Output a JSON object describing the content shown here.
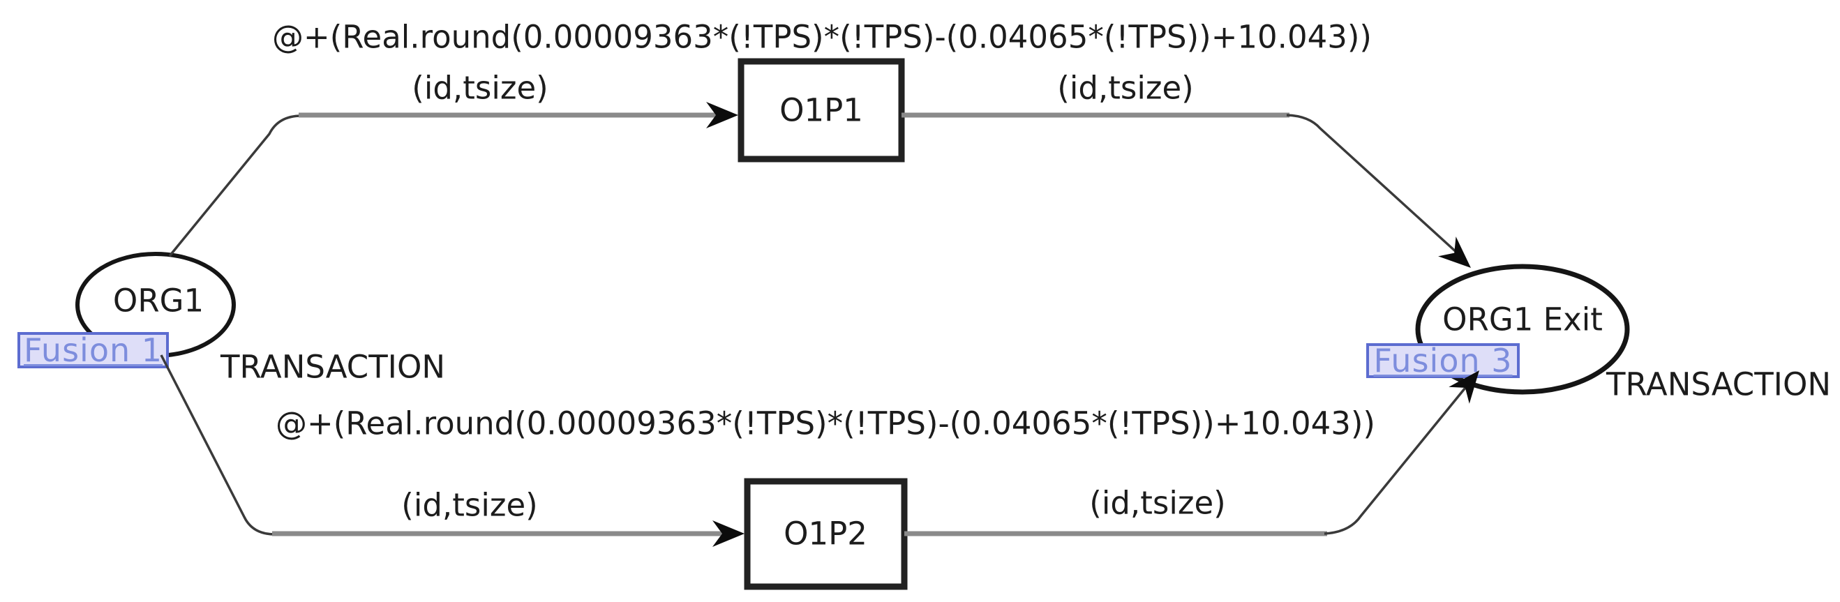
{
  "diagram_type": "timed-coloured-petri-net",
  "colors": {
    "background": "#ffffff",
    "node_stroke": "#151515",
    "arc_horizontal": "#8a8a8a",
    "arc_diagonal": "#3a3a3a",
    "arrowhead": "#0c0c0c",
    "text": "#1c1c1c",
    "fusion_border": "#5c6cd0",
    "fusion_fill": "#dedef8",
    "fusion_text": "#7d8ddd"
  },
  "places": {
    "org1": {
      "label": "ORG1",
      "fusion_tag": "Fusion 1",
      "color_set": "TRANSACTION"
    },
    "org1_exit": {
      "label": "ORG1 Exit",
      "fusion_tag": "Fusion 3",
      "color_set": "TRANSACTION"
    }
  },
  "transitions": {
    "o1p1": {
      "label": "O1P1"
    },
    "o1p2": {
      "label": "O1P2"
    }
  },
  "arcs": {
    "top": {
      "delay": "@+(Real.round(0.00009363*(!TPS)*(!TPS)-(0.04065*(!TPS))+10.043))",
      "inscription_in": "(id,tsize)",
      "inscription_out": "(id,tsize)"
    },
    "bottom": {
      "delay": "@+(Real.round(0.00009363*(!TPS)*(!TPS)-(0.04065*(!TPS))+10.043))",
      "inscription_in": "(id,tsize)",
      "inscription_out": "(id,tsize)"
    }
  }
}
